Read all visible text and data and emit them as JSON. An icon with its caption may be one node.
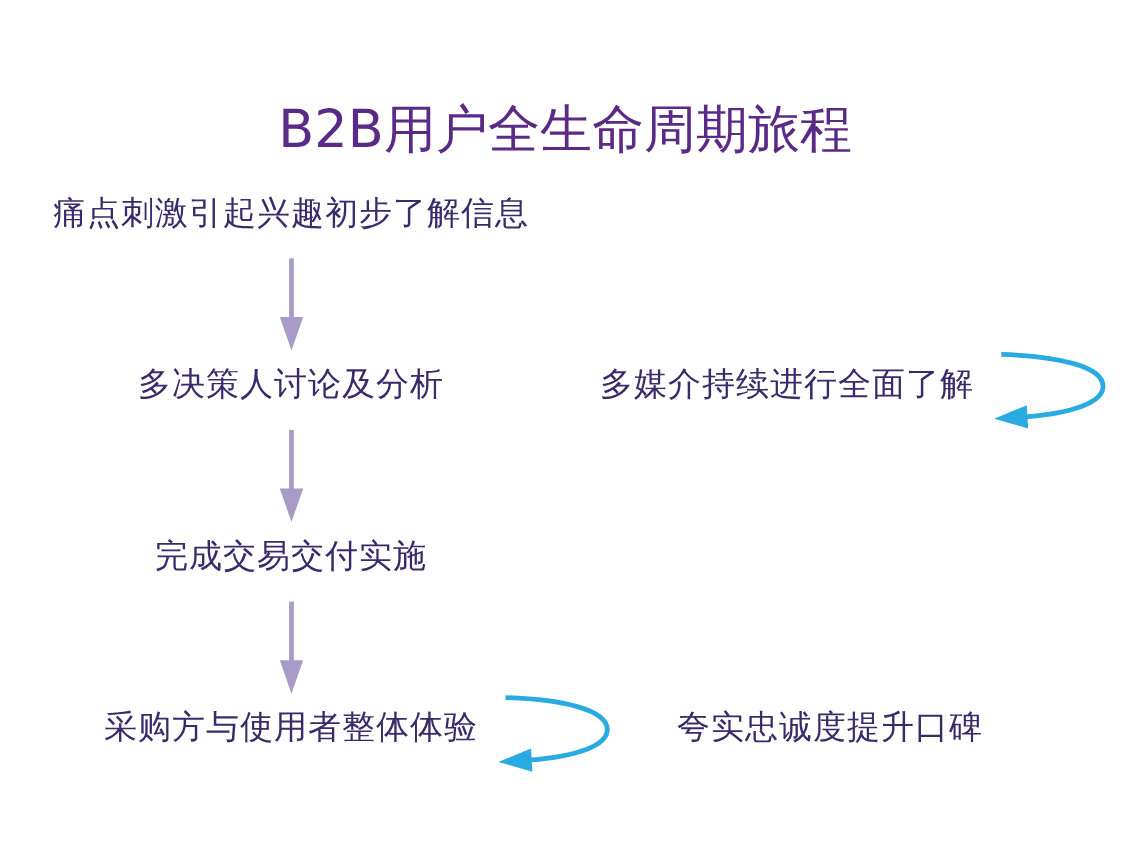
{
  "diagram": {
    "title": "B2B用户全生命周期旅程",
    "nodes": [
      {
        "text": [
          "痛点刺激引起兴趣初步了解信息"
        ]
      },
      {
        "text": [
          "多决策人讨论及分析"
        ]
      },
      {
        "text": [
          "完成交易交付实施"
        ]
      },
      {
        "text": [
          "采购方与使用者整体体验"
        ]
      },
      {
        "text": [
          "多媒介持续进行全面了解"
        ]
      },
      {
        "text": [
          "夸实忠诚度提升口碑"
        ]
      }
    ],
    "edges": [
      {
        "from": 0,
        "to": 1,
        "arrow": "to"
      },
      {
        "from": 1,
        "to": 2,
        "arrow": "to"
      },
      {
        "from": 2,
        "to": 3,
        "arrow": "to"
      },
      {
        "from": 4,
        "to": 4,
        "arrow": "to",
        "color": "#29abe2"
      },
      {
        "from": 3,
        "to": 3,
        "arrow": "to",
        "color": "#29abe2"
      }
    ]
  }
}
